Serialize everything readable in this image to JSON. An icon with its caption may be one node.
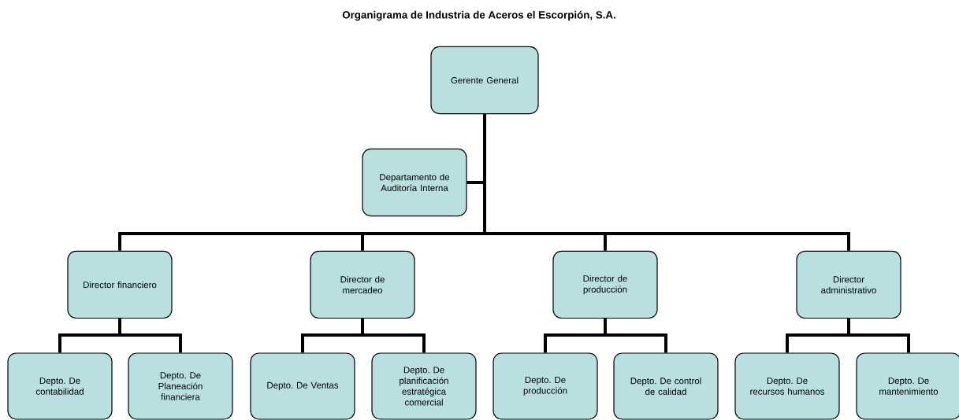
{
  "diagram": {
    "title": "Organigrama de Industria de Aceros el Escorpión, S.A.",
    "nodes": [
      {
        "text": [
          "Gerente General"
        ]
      },
      {
        "text": [
          "Departamento de Auditoría Interna"
        ]
      },
      {
        "text": [
          "Director financiero"
        ]
      },
      {
        "text": [
          "Director de mercadeo"
        ]
      },
      {
        "text": [
          "Director de producción"
        ]
      },
      {
        "text": [
          "Director administrativo"
        ]
      },
      {
        "text": [
          "Depto. De contabilidad"
        ]
      },
      {
        "text": [
          "Depto. De Planeación financiera"
        ]
      },
      {
        "text": [
          "Depto. De Ventas"
        ]
      },
      {
        "text": [
          "Depto. De planificación estratégica comercial"
        ]
      },
      {
        "text": [
          "Depto. De producción"
        ]
      },
      {
        "text": [
          "Depto. De control de calidad"
        ]
      },
      {
        "text": [
          "Depto. De recursos humanos"
        ]
      },
      {
        "text": [
          "Depto. De mantenimiento"
        ]
      }
    ],
    "edges": [
      {
        "from": 0,
        "to": 1,
        "arrow": "none"
      },
      {
        "from": 0,
        "to": 2,
        "arrow": "none"
      },
      {
        "from": 0,
        "to": 3,
        "arrow": "none"
      },
      {
        "from": 0,
        "to": 4,
        "arrow": "none"
      },
      {
        "from": 0,
        "to": 5,
        "arrow": "none"
      },
      {
        "from": 2,
        "to": 6,
        "arrow": "none"
      },
      {
        "from": 2,
        "to": 7,
        "arrow": "none"
      },
      {
        "from": 3,
        "to": 8,
        "arrow": "none"
      },
      {
        "from": 3,
        "to": 9,
        "arrow": "none"
      },
      {
        "from": 4,
        "to": 10,
        "arrow": "none"
      },
      {
        "from": 4,
        "to": 11,
        "arrow": "none"
      },
      {
        "from": 5,
        "to": 12,
        "arrow": "none"
      },
      {
        "from": 5,
        "to": 13,
        "arrow": "none"
      }
    ]
  }
}
